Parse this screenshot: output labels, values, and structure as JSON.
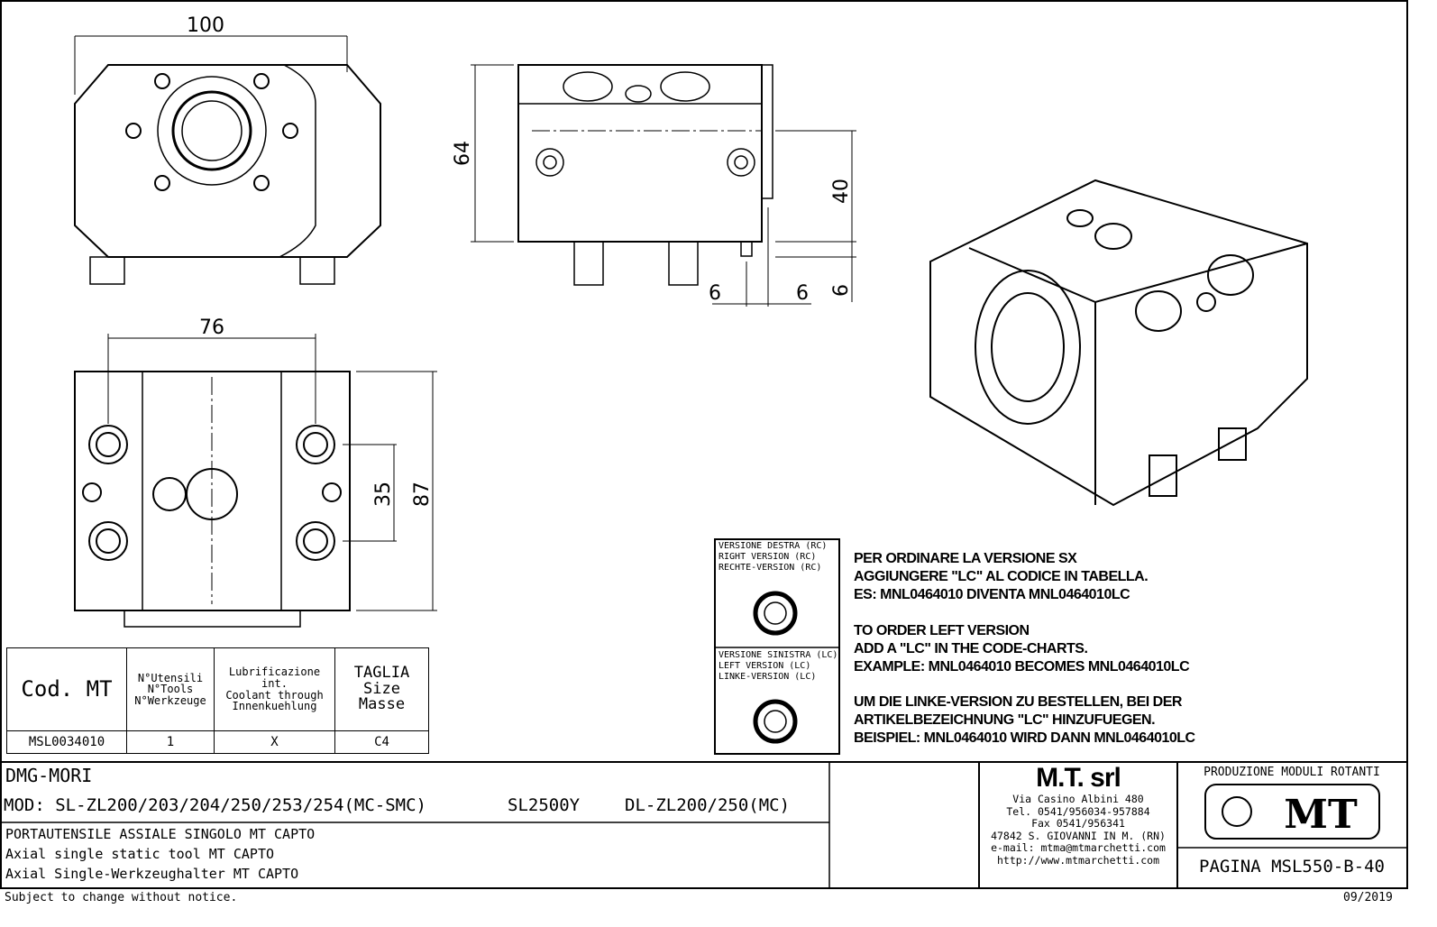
{
  "dimensions": {
    "front_width": "100",
    "side_height": "64",
    "side_40": "40",
    "side_6a": "6",
    "side_6b": "6",
    "side_6c": "6",
    "bottom_width": "76",
    "bottom_35": "35",
    "bottom_87": "87"
  },
  "table": {
    "headers": {
      "code": "Cod. MT",
      "tools": [
        "N°Utensili",
        "N°Tools",
        "N°Werkzeuge"
      ],
      "coolant": [
        "Lubrificazione int.",
        "Coolant through",
        "Innenkuehlung"
      ],
      "size": [
        "TAGLIA",
        "Size",
        "Masse"
      ]
    },
    "rows": [
      {
        "code": "MSL0034010",
        "tools": "1",
        "coolant": "X",
        "size": "C4"
      }
    ]
  },
  "version_box": {
    "right": [
      "VERSIONE DESTRA (RC)",
      "RIGHT VERSION (RC)",
      "RECHTE-VERSION (RC)"
    ],
    "left": [
      "VERSIONE SINISTRA (LC)",
      "LEFT VERSION (LC)",
      "LINKE-VERSION (LC)"
    ]
  },
  "notes": {
    "it": [
      "PER ORDINARE LA VERSIONE SX",
      "AGGIUNGERE \"LC\" AL CODICE IN TABELLA.",
      "ES: MNL0464010 DIVENTA MNL0464010LC"
    ],
    "en": [
      "TO ORDER LEFT VERSION",
      "ADD A \"LC\" IN THE CODE-CHARTS.",
      "EXAMPLE: MNL0464010 BECOMES MNL0464010LC"
    ],
    "de": [
      "UM DIE LINKE-VERSION ZU BESTELLEN, BEI DER",
      "ARTIKELBEZEICHNUNG \"LC\" HINZUFUEGEN.",
      "BEISPIEL: MNL0464010 WIRD DANN MNL0464010LC"
    ]
  },
  "title_block": {
    "machine": "DMG-MORI",
    "models": [
      "MOD: SL-ZL200/203/204/250/253/254(MC-SMC)",
      "SL2500Y",
      "DL-ZL200/250(MC)"
    ],
    "description": [
      "PORTAUTENSILE ASSIALE SINGOLO MT CAPTO",
      "Axial single static tool MT CAPTO",
      "Axial Single-Werkzeughalter MT CAPTO"
    ],
    "company": {
      "name": "M.T. srl",
      "lines": [
        "Via Casino Albini 480",
        "Tel. 0541/956034-957884",
        "Fax 0541/956341",
        "47842 S. GIOVANNI IN M. (RN)",
        "e-mail: mtma@mtmarchetti.com",
        "http://www.mtmarchetti.com"
      ]
    },
    "division": "PRODUZIONE MODULI ROTANTI",
    "logo_text": "MT",
    "page": "PAGINA MSL550-B-40"
  },
  "footer": {
    "notice": "Subject to change without notice.",
    "date": "09/2019"
  }
}
